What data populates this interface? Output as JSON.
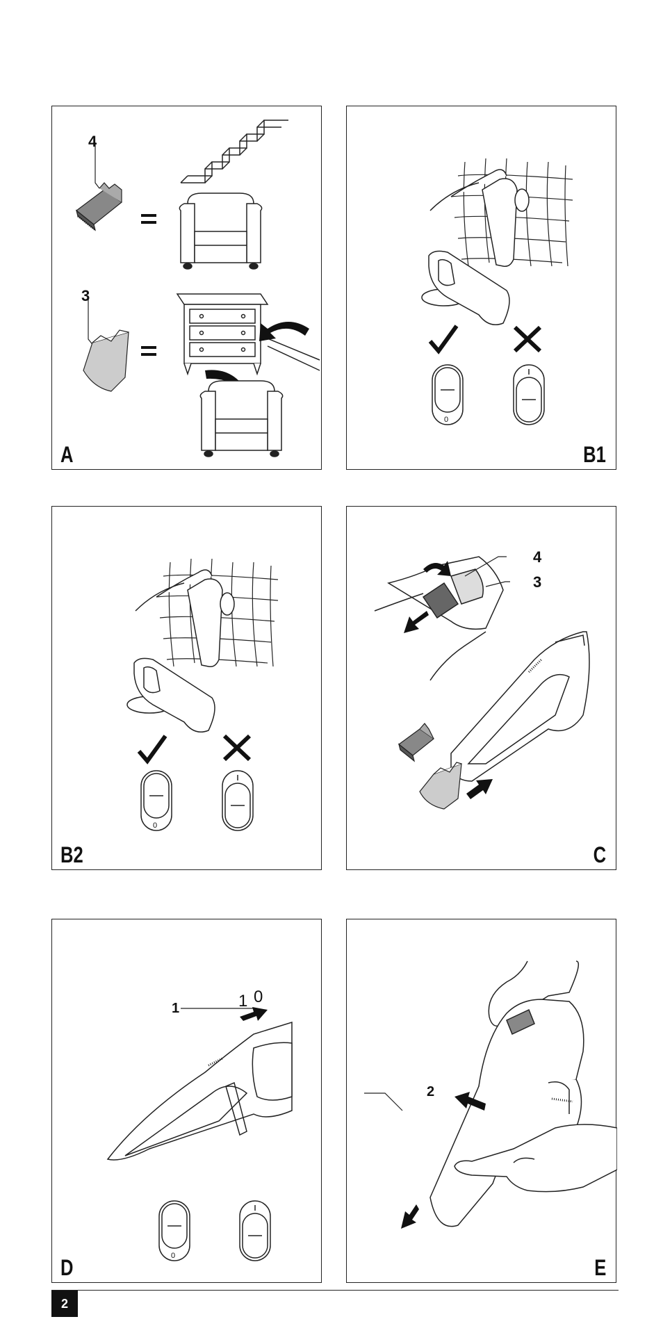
{
  "panels": {
    "a": {
      "label": "A",
      "callout_4": "4",
      "callout_3": "3"
    },
    "b1": {
      "label": "B1"
    },
    "b2": {
      "label": "B2"
    },
    "c": {
      "label": "C",
      "callout_4": "4",
      "callout_3": "3"
    },
    "d": {
      "label": "D",
      "callout_1": "1",
      "switch_on": "1",
      "switch_off": "0",
      "sw_zero": "0"
    },
    "e": {
      "label": "E",
      "callout_2": "2"
    }
  },
  "switch_zero": "0",
  "page_number": "2"
}
